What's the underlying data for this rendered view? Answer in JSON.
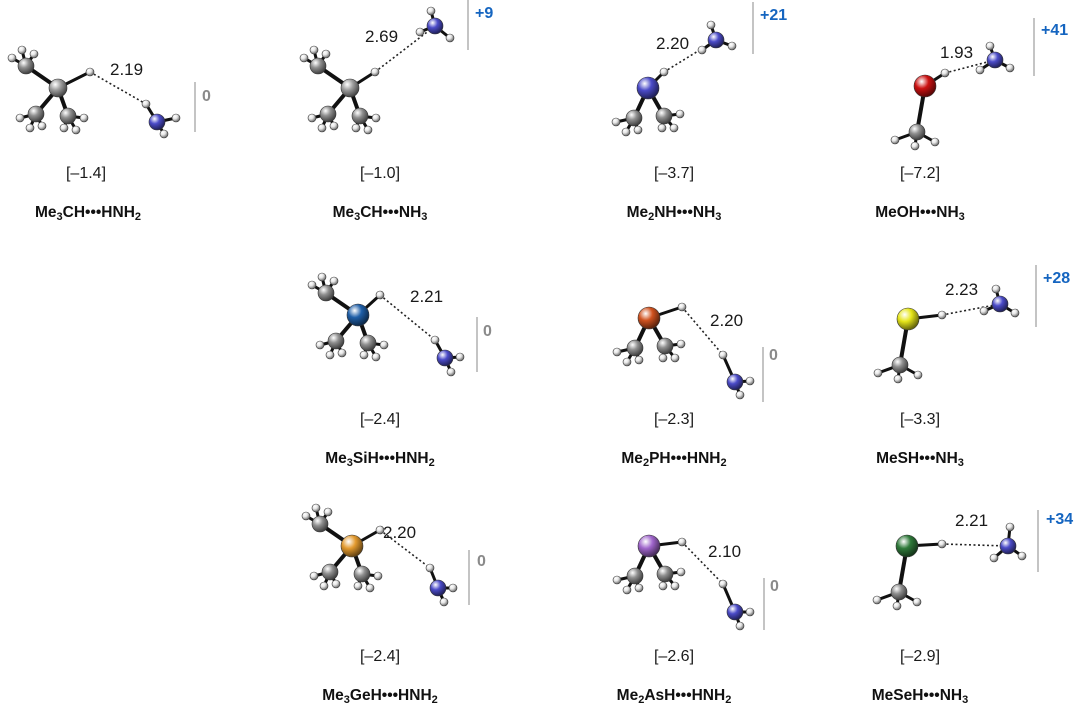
{
  "panels": [
    {
      "id": "p1",
      "distance": "2.19",
      "shift": "0",
      "shift_color": "#8a8a8a",
      "energy": "[–1.4]",
      "label": [
        {
          "t": "Me"
        },
        {
          "s": "3"
        },
        {
          "t": "CH•••HNH"
        },
        {
          "s": "2"
        }
      ],
      "central_atom": "C",
      "central_color": "#9e9e9e"
    },
    {
      "id": "p2",
      "distance": "2.69",
      "shift": "+9",
      "shift_color": "#1565c0",
      "energy": "[–1.0]",
      "label": [
        {
          "t": "Me"
        },
        {
          "s": "3"
        },
        {
          "t": "CH•••NH"
        },
        {
          "s": "3"
        }
      ],
      "central_atom": "C",
      "central_color": "#9e9e9e"
    },
    {
      "id": "p3",
      "distance": "2.20",
      "shift": "+21",
      "shift_color": "#1565c0",
      "energy": "[–3.7]",
      "label": [
        {
          "t": "Me"
        },
        {
          "s": "2"
        },
        {
          "t": "NH•••NH"
        },
        {
          "s": "3"
        }
      ],
      "central_atom": "N",
      "central_color": "#4b4bc8"
    },
    {
      "id": "p4",
      "distance": "1.93",
      "shift": "+41",
      "shift_color": "#1565c0",
      "energy": "[–7.2]",
      "label": [
        {
          "t": "MeOH•••NH"
        },
        {
          "s": "3"
        }
      ],
      "central_atom": "O",
      "central_color": "#cc1111"
    },
    {
      "id": "p5",
      "distance": "2.21",
      "shift": "0",
      "shift_color": "#8a8a8a",
      "energy": "[–2.4]",
      "label": [
        {
          "t": "Me"
        },
        {
          "s": "3"
        },
        {
          "t": "SiH•••HNH"
        },
        {
          "s": "2"
        }
      ],
      "central_atom": "Si",
      "central_color": "#1f5fa8"
    },
    {
      "id": "p6",
      "distance": "2.20",
      "shift": "0",
      "shift_color": "#8a8a8a",
      "energy": "[–2.3]",
      "label": [
        {
          "t": "Me"
        },
        {
          "s": "2"
        },
        {
          "t": "PH•••HNH"
        },
        {
          "s": "2"
        }
      ],
      "central_atom": "P",
      "central_color": "#d0521f"
    },
    {
      "id": "p7",
      "distance": "2.23",
      "shift": "+28",
      "shift_color": "#1565c0",
      "energy": "[–3.3]",
      "label": [
        {
          "t": "MeSH•••NH"
        },
        {
          "s": "3"
        }
      ],
      "central_atom": "S",
      "central_color": "#e6e61a"
    },
    {
      "id": "p8",
      "distance": "2.20",
      "shift": "0",
      "shift_color": "#8a8a8a",
      "energy": "[–2.4]",
      "label": [
        {
          "t": "Me"
        },
        {
          "s": "3"
        },
        {
          "t": "GeH•••HNH"
        },
        {
          "s": "2"
        }
      ],
      "central_atom": "Ge",
      "central_color": "#e39a2e"
    },
    {
      "id": "p9",
      "distance": "2.10",
      "shift": "0",
      "shift_color": "#8a8a8a",
      "energy": "[–2.6]",
      "label": [
        {
          "t": "Me"
        },
        {
          "s": "2"
        },
        {
          "t": "AsH•••HNH"
        },
        {
          "s": "2"
        }
      ],
      "central_atom": "As",
      "central_color": "#a066cc"
    },
    {
      "id": "p10",
      "distance": "2.21",
      "shift": "+34",
      "shift_color": "#1565c0",
      "energy": "[–2.9]",
      "label": [
        {
          "t": "MeSeH•••NH"
        },
        {
          "s": "3"
        }
      ],
      "central_atom": "Se",
      "central_color": "#2f7a3a"
    }
  ]
}
